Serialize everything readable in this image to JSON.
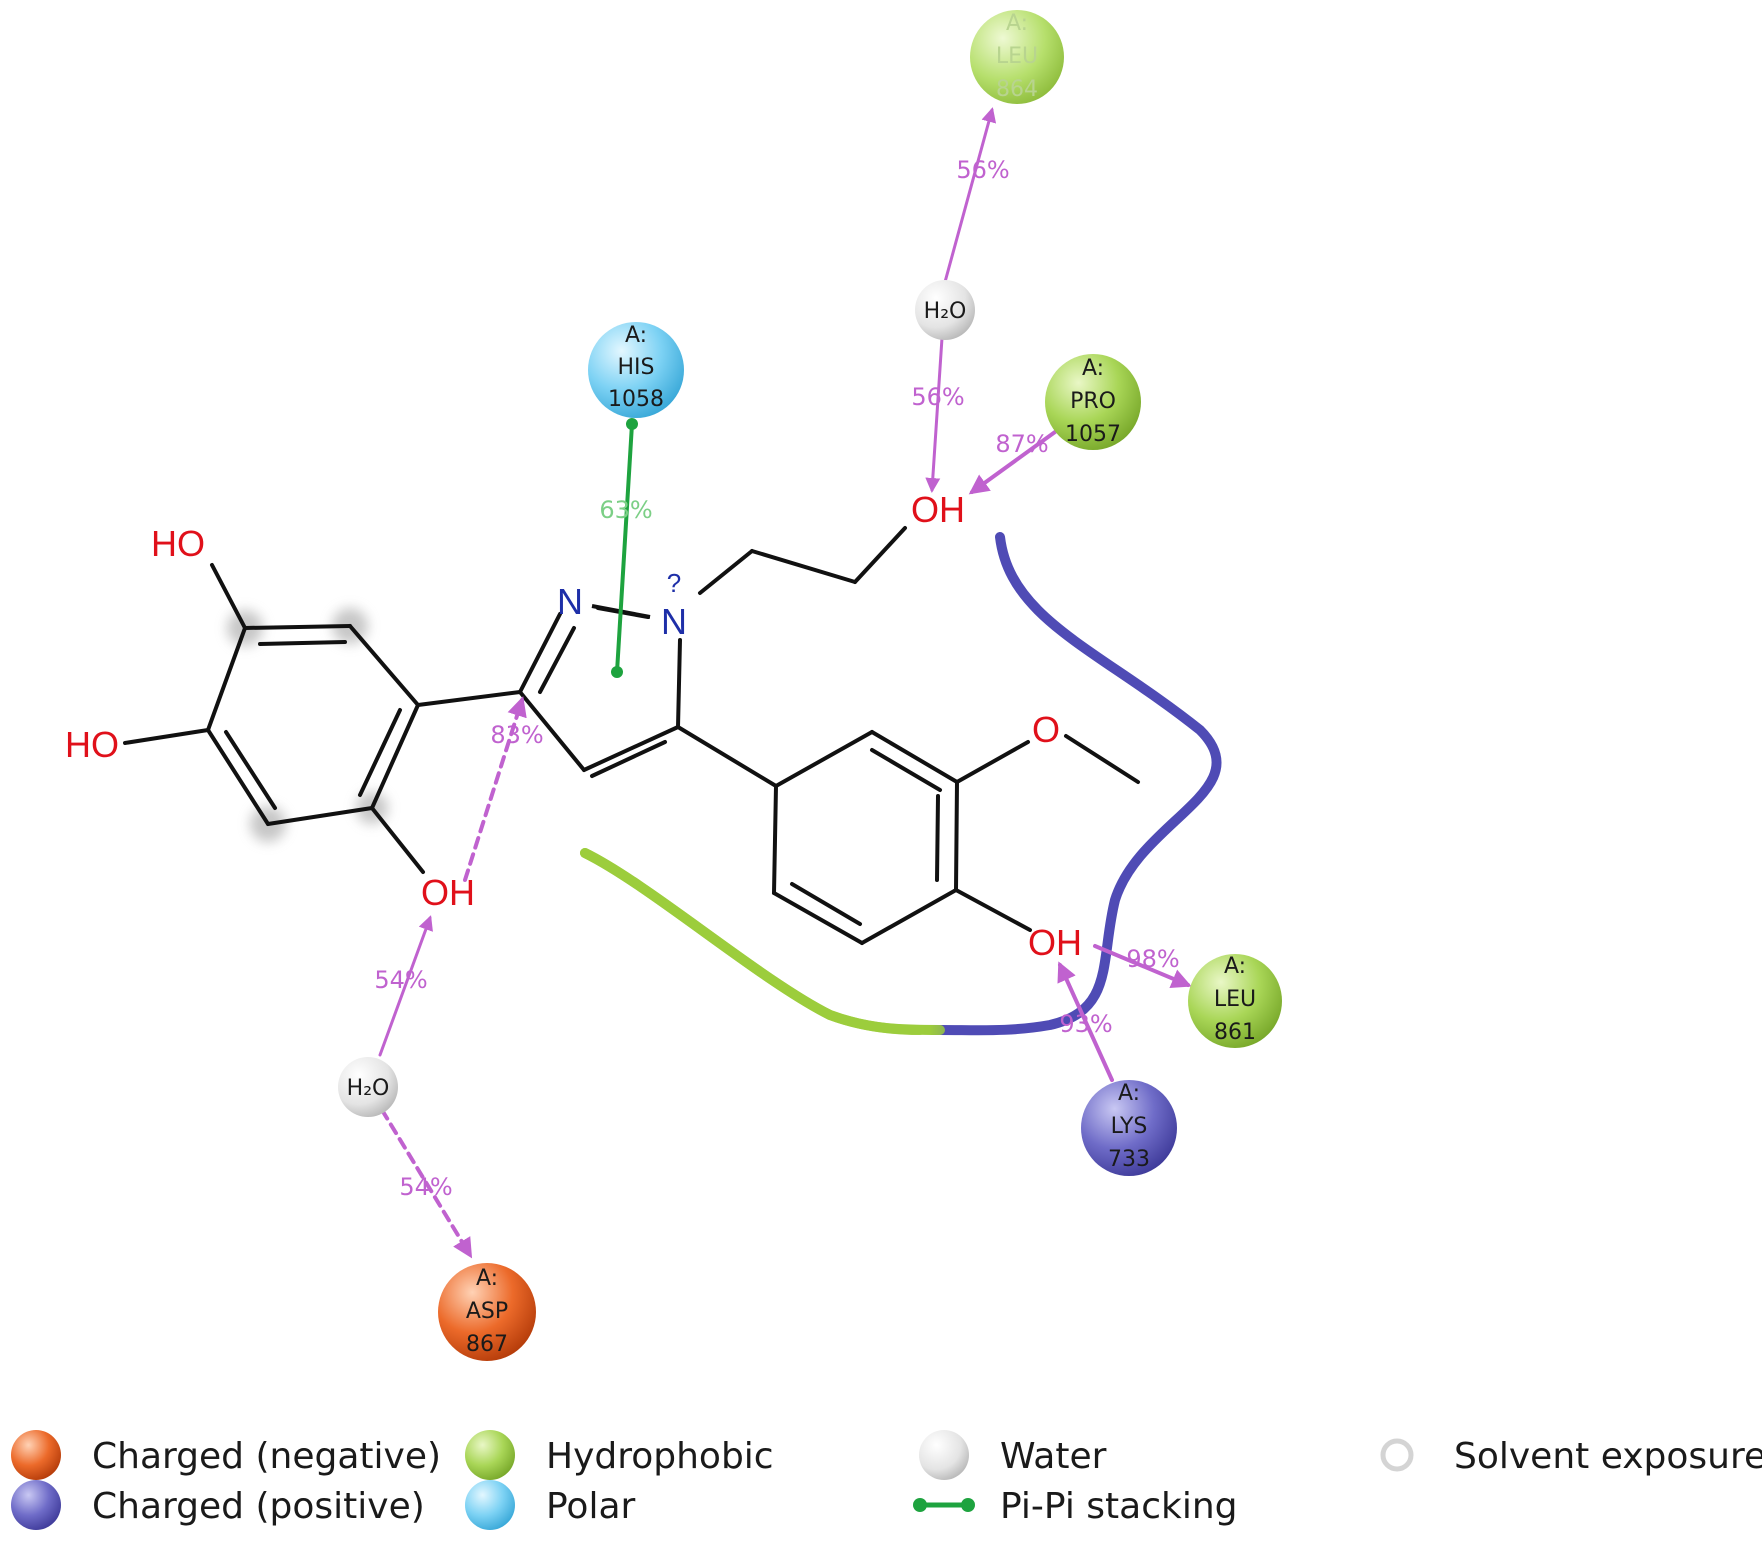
{
  "colors": {
    "bond": "#111111",
    "oxygen": "#e0101a",
    "nitrogen": "#1e2fa8",
    "hbond": "#c062cf",
    "pi_stacking": "#1ea33f",
    "pi_label": "#7ccf86",
    "hydrophobic": "#9ccc3c",
    "positive": "#4f4bb5",
    "negative": "#e3541c",
    "polar": "#5cc6ef",
    "water": "#e6e6e6"
  },
  "residues": [
    {
      "id": "leu_top",
      "chain": "A:",
      "name": "LEU",
      "number": "864",
      "type": "hydrophobic",
      "faint": true
    },
    {
      "id": "his1058",
      "chain": "A:",
      "name": "HIS",
      "number": "1058",
      "type": "polar"
    },
    {
      "id": "pro1057",
      "chain": "A:",
      "name": "PRO",
      "number": "1057",
      "type": "hydrophobic"
    },
    {
      "id": "leu861",
      "chain": "A:",
      "name": "LEU",
      "number": "861",
      "type": "hydrophobic"
    },
    {
      "id": "lys733",
      "chain": "A:",
      "name": "LYS",
      "number": "733",
      "type": "positive"
    },
    {
      "id": "asp867",
      "chain": "A:",
      "name": "ASP",
      "number": "867",
      "type": "negative"
    }
  ],
  "waters": [
    {
      "id": "water_top",
      "label": "H₂O"
    },
    {
      "id": "water_bottom",
      "label": "H₂O"
    }
  ],
  "atoms": {
    "ho_top": "HO",
    "ho_left": "HO",
    "oh_lower": "OH",
    "oh_chain": "OH",
    "oh_right": "OH",
    "n2": "N",
    "n1": "N",
    "n1_mark": "?",
    "o_methoxy": "O"
  },
  "interactions": [
    {
      "id": "leu_top_water",
      "percent": "56%"
    },
    {
      "id": "water_oh",
      "percent": "56%"
    },
    {
      "id": "pro_oh",
      "percent": "87%"
    },
    {
      "id": "his_pi",
      "percent": "63%"
    },
    {
      "id": "oh_ring",
      "percent": "83%"
    },
    {
      "id": "water_oh_lower",
      "percent": "54%"
    },
    {
      "id": "water_asp",
      "percent": "54%"
    },
    {
      "id": "oh_leu861",
      "percent": "98%"
    },
    {
      "id": "lys_oh",
      "percent": "93%"
    }
  ],
  "legend": {
    "charged_negative": "Charged (negative)",
    "charged_positive": "Charged (positive)",
    "hydrophobic": "Hydrophobic",
    "polar": "Polar",
    "water": "Water",
    "pi_pi_stacking": "Pi-Pi stacking",
    "solvent_exposure": "Solvent exposure"
  }
}
